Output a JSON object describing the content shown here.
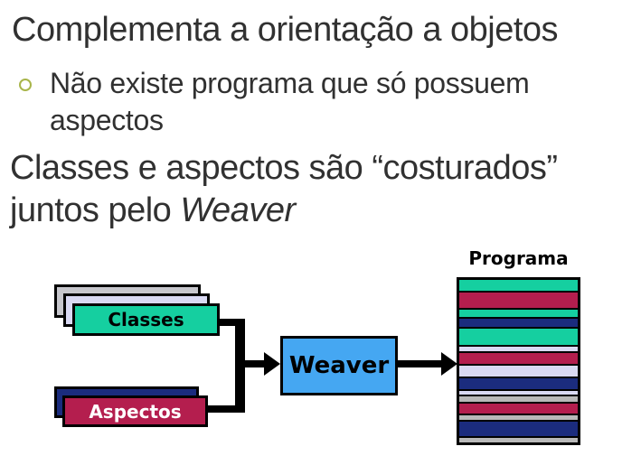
{
  "slide": {
    "title": "Complementa a orientação a objetos",
    "bullet_item": "Não existe programa que só possuem aspectos",
    "statement_before": "Classes e aspectos são “costurados” juntos pelo ",
    "statement_emphasis": "Weaver"
  },
  "diagram": {
    "classes_label": "Classes",
    "aspectos_label": "Aspectos",
    "weaver_label": "Weaver",
    "programa_label": "Programa",
    "programa_stripes": [
      {
        "color": "teal",
        "h": 12
      },
      {
        "color": "crimson",
        "h": 17
      },
      {
        "color": "teal",
        "h": 8
      },
      {
        "color": "navy",
        "h": 10
      },
      {
        "color": "teal",
        "h": 18
      },
      {
        "color": "lavender",
        "h": 5
      },
      {
        "color": "crimson",
        "h": 12
      },
      {
        "color": "lavender",
        "h": 12
      },
      {
        "color": "navy",
        "h": 12
      },
      {
        "color": "lavender",
        "h": 4
      },
      {
        "color": "gray",
        "h": 6
      },
      {
        "color": "crimson",
        "h": 12
      },
      {
        "color": "gray",
        "h": 5
      },
      {
        "color": "navy",
        "h": 16
      },
      {
        "color": "gray",
        "h": 5
      }
    ]
  },
  "colors": {
    "teal": "#15CFA0",
    "crimson": "#B41E4E",
    "navy": "#1B2C7E",
    "lavender": "#D9D9F3",
    "gray": "#B9B9B9",
    "card-gray": "#C6C6CC",
    "weaver-blue": "#45A7F2",
    "bullet-olive": "#A8B54A",
    "text": "#313131",
    "line": "#000000"
  }
}
